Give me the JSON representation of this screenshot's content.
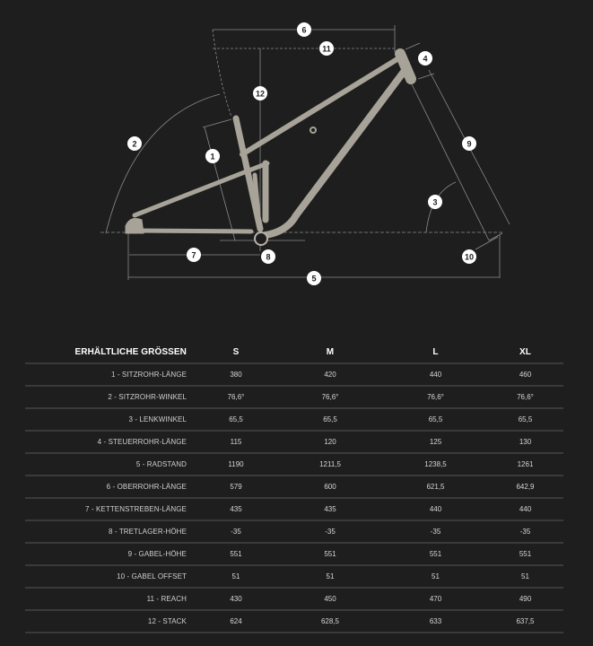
{
  "colors": {
    "background": "#1e1e1e",
    "frame": "#a8a398",
    "dimension_lines": "#8a8a8a",
    "badge_fill": "#ffffff",
    "badge_text": "#1e1e1e",
    "row_divider": "#3a3a3a"
  },
  "diagram": {
    "badges": [
      "1",
      "2",
      "3",
      "4",
      "5",
      "6",
      "7",
      "8",
      "9",
      "10",
      "11",
      "12"
    ]
  },
  "table": {
    "header": {
      "label": "ERHÄLTLICHE GRÖSSEN",
      "sizes": [
        "S",
        "M",
        "L",
        "XL"
      ]
    },
    "rows": [
      {
        "label": "1 - SITZROHR-LÄNGE",
        "values": [
          "380",
          "420",
          "440",
          "460"
        ]
      },
      {
        "label": "2 - SITZROHR-WINKEL",
        "values": [
          "76,6°",
          "76,6°",
          "76,6°",
          "76,6°"
        ]
      },
      {
        "label": "3 - LENKWINKEL",
        "values": [
          "65,5",
          "65,5",
          "65,5",
          "65,5"
        ]
      },
      {
        "label": "4 - STEUERROHR-LÄNGE",
        "values": [
          "115",
          "120",
          "125",
          "130"
        ]
      },
      {
        "label": "5 - RADSTAND",
        "values": [
          "1190",
          "1211,5",
          "1238,5",
          "1261"
        ]
      },
      {
        "label": "6 - OBERROHR-LÄNGE",
        "values": [
          "579",
          "600",
          "621,5",
          "642,9"
        ]
      },
      {
        "label": "7 - KETTENSTREBEN-LÄNGE",
        "values": [
          "435",
          "435",
          "440",
          "440"
        ]
      },
      {
        "label": "8 - TRETLAGER-HÖHE",
        "values": [
          "-35",
          "-35",
          "-35",
          "-35"
        ]
      },
      {
        "label": "9 - GABEL-HÖHE",
        "values": [
          "551",
          "551",
          "551",
          "551"
        ]
      },
      {
        "label": "10 - GABEL OFFSET",
        "values": [
          "51",
          "51",
          "51",
          "51"
        ]
      },
      {
        "label": "11 - REACH",
        "values": [
          "430",
          "450",
          "470",
          "490"
        ]
      },
      {
        "label": "12 - STACK",
        "values": [
          "624",
          "628,5",
          "633",
          "637,5"
        ]
      }
    ]
  }
}
